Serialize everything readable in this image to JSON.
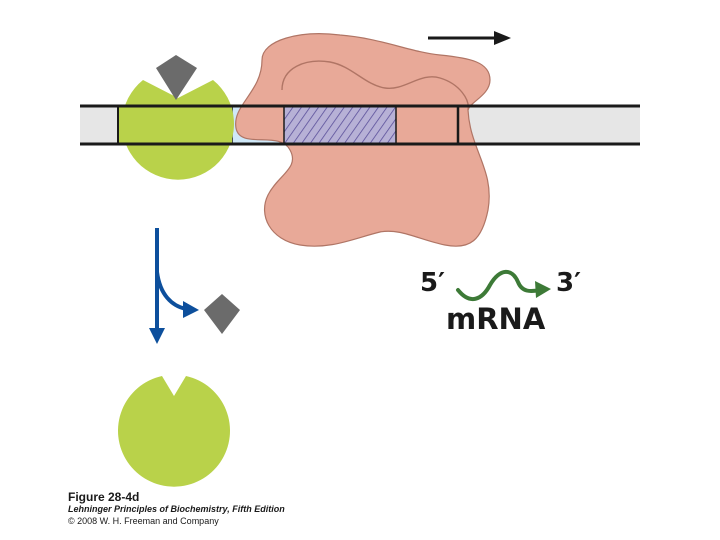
{
  "labels": {
    "five_prime": "5′",
    "three_prime": "3′",
    "mrna": "mRNA"
  },
  "caption": {
    "figure": "Figure 28-4d",
    "book": "Lehninger Principles of Biochemistry, Fifth Edition",
    "copyright": "© 2008 W. H. Freeman and Company"
  },
  "colors": {
    "dna_gray": "#e6e6e6",
    "operator_blue": "#cfe8f8",
    "gene_hatch": "#b7b1d6",
    "hatch_line": "#5a4f9a",
    "polymerase": "#e8a998",
    "repressor_green": "#b9d24a",
    "inducer_gray": "#6b6b6b",
    "arrow_blue": "#0d4f9c",
    "mrna_green": "#3d7a37",
    "outline": "#1a1a1a"
  },
  "icons": [
    "repressor-shape",
    "inducer-shape",
    "polymerase-shape",
    "release-arrow-icon",
    "direction-arrow-icon",
    "mrna-wave-icon"
  ]
}
